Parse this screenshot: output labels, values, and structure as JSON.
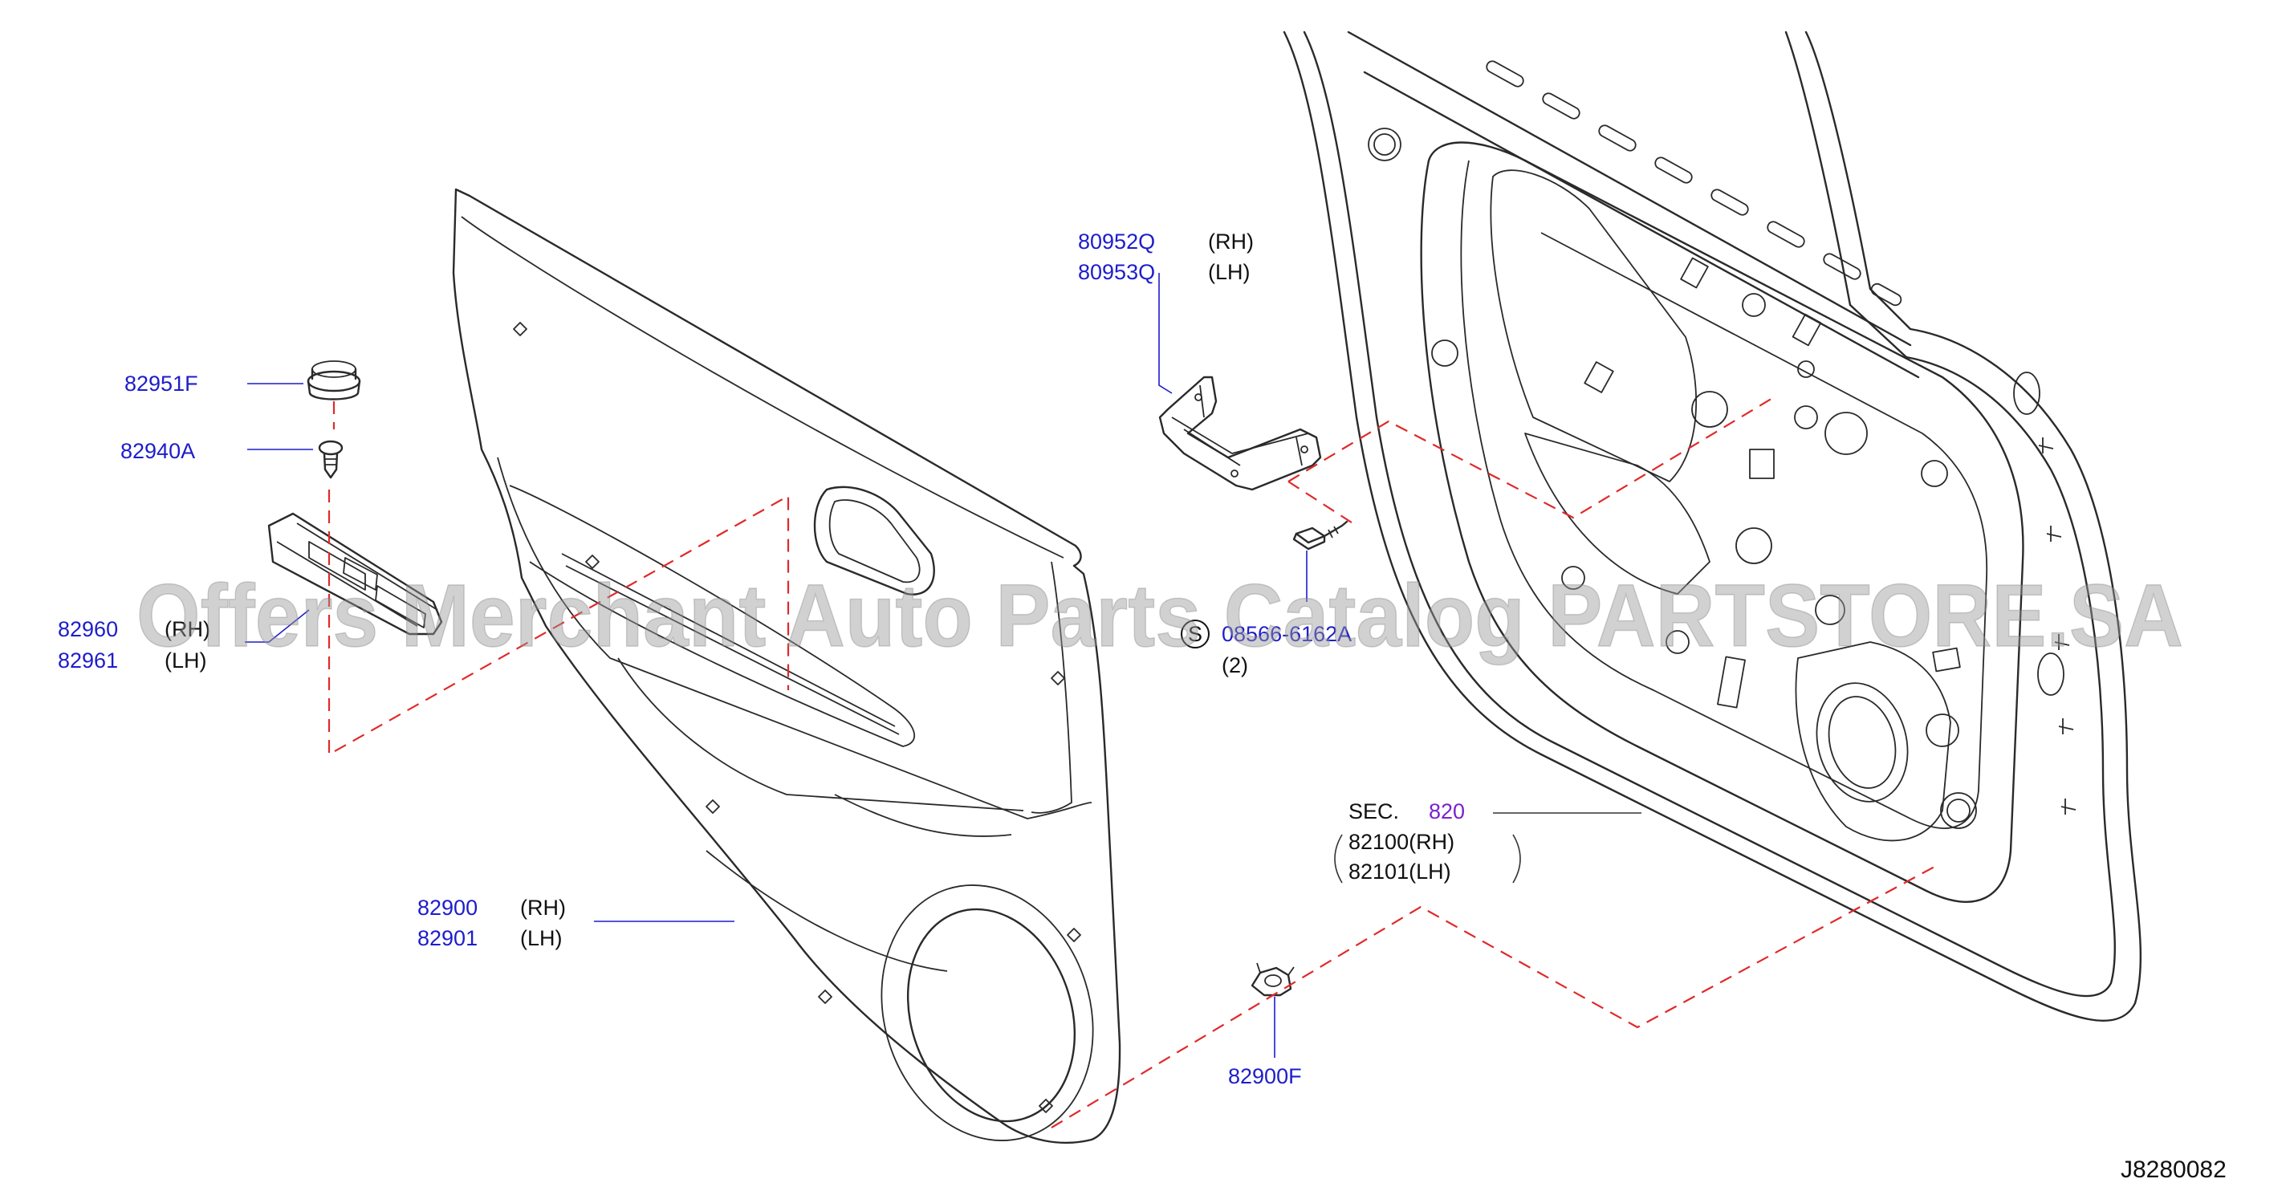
{
  "watermark": "Offers Merchant Auto Parts Catalog PARTSTORE.SA",
  "diagram_code": "J8280082",
  "callouts": {
    "bracket": {
      "rh": "80952Q",
      "rh_side": "(RH)",
      "lh": "80953Q",
      "lh_side": "(LH)"
    },
    "cap": {
      "pn": "82951F"
    },
    "screw": {
      "pn": "82940A"
    },
    "finisher": {
      "rh": "82960",
      "rh_side": "(RH)",
      "lh": "82961",
      "lh_side": "(LH)"
    },
    "bolt": {
      "pn": "08566-6162A",
      "qty": "(2)",
      "circle_mark": "S"
    },
    "door": {
      "sec_prefix": "SEC.",
      "sec_num": "820",
      "rh": "82100(RH)",
      "lh": "82101(LH)"
    },
    "trim": {
      "rh": "82900",
      "rh_side": "(RH)",
      "lh": "82901",
      "lh_side": "(LH)"
    },
    "clip": {
      "pn": "82900F"
    }
  },
  "colors": {
    "part_number": "#1d1dcc",
    "section_ref": "#7b22cc",
    "dashed_leader": "#e02a2a",
    "line_art": "#2a2a2a"
  }
}
